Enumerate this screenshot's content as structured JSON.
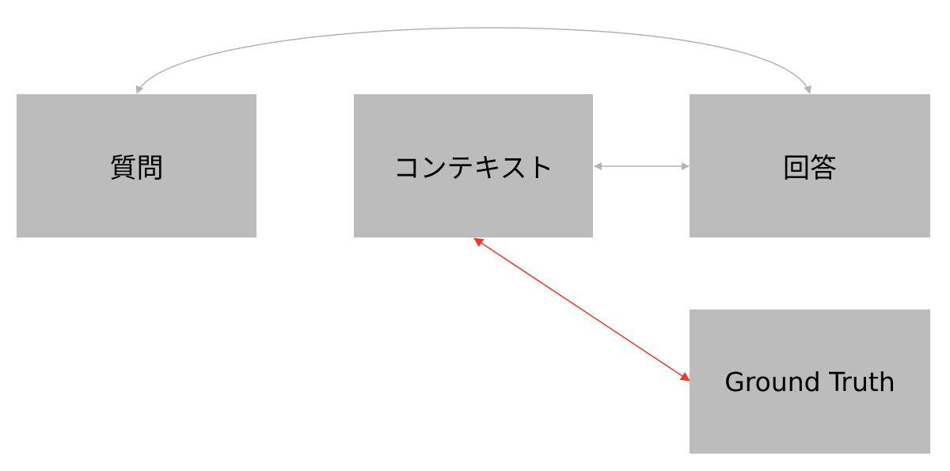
{
  "colors": {
    "node_fill": "#bbbcbb",
    "edge_gray": "#b3b3b3",
    "edge_red": "#e8392b"
  },
  "nodes": {
    "question": {
      "label": "質問"
    },
    "context": {
      "label": "コンテキスト"
    },
    "answer": {
      "label": "回答"
    },
    "ground_truth": {
      "label": "Ground Truth"
    }
  },
  "edges": [
    {
      "from": "question",
      "to": "answer",
      "style": "curved-bidirectional",
      "color": "gray"
    },
    {
      "from": "context",
      "to": "answer",
      "style": "straight-bidirectional",
      "color": "gray"
    },
    {
      "from": "context",
      "to": "ground_truth",
      "style": "straight-bidirectional",
      "color": "red"
    }
  ]
}
